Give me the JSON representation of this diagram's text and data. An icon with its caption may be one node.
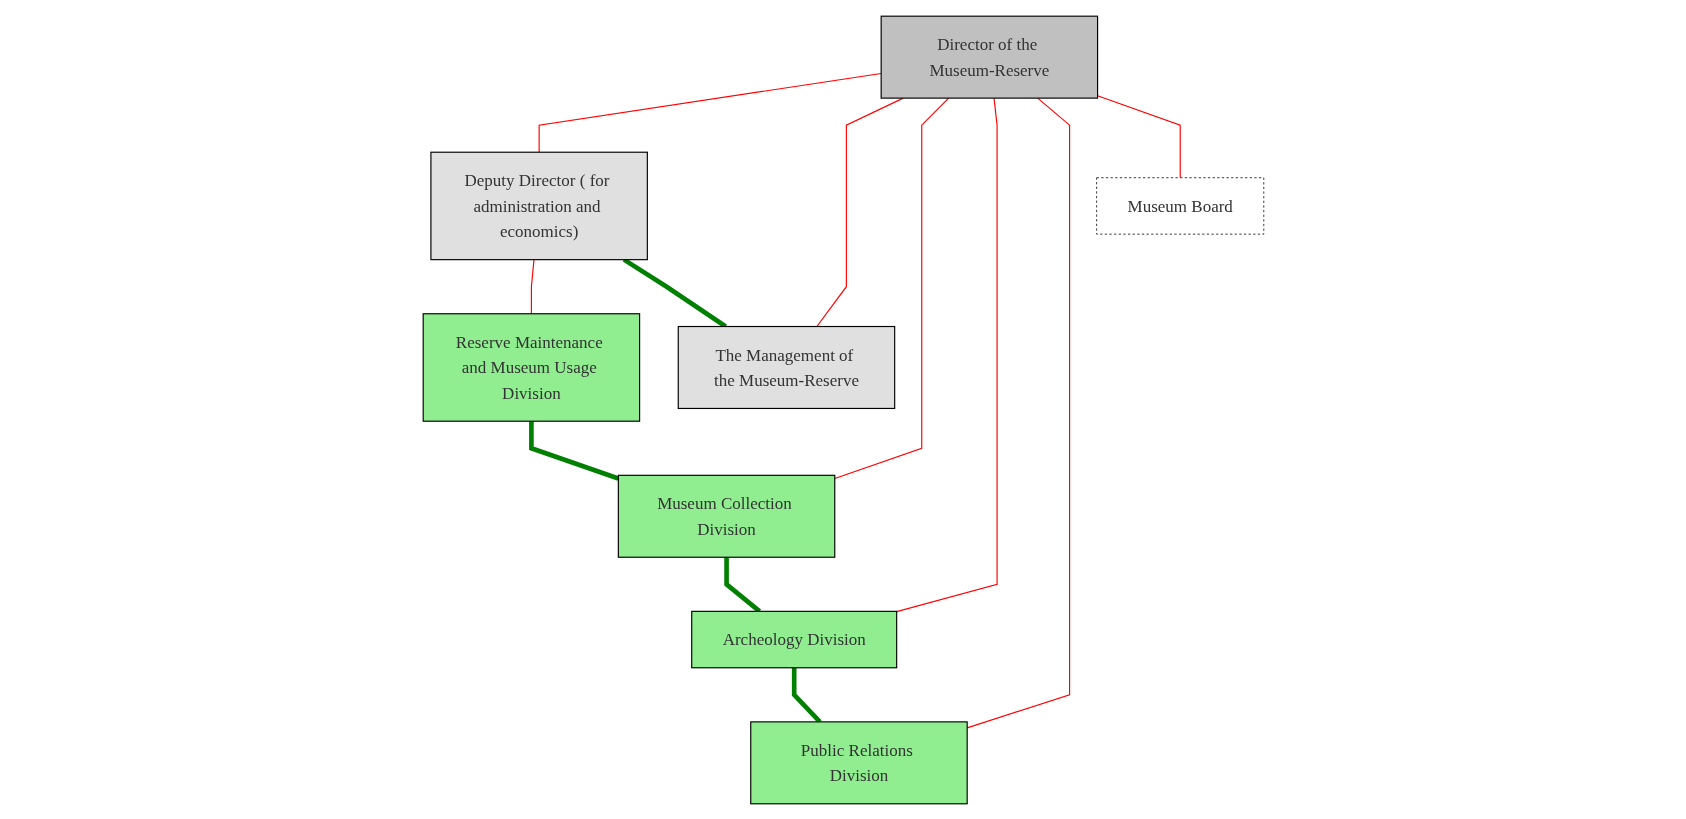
{
  "diagram": {
    "nodes": [
      {
        "text": [
          "Director of the Museum-Reserve"
        ]
      },
      {
        "text": [
          "Deputy Director ( for administration and economics)"
        ]
      },
      {
        "text": [
          "The Management of the Museum-Reserve"
        ]
      },
      {
        "text": [
          "Reserve Maintenance and Museum Usage Division"
        ]
      },
      {
        "text": [
          "Museum Collection Division"
        ]
      },
      {
        "text": [
          "Archeology Division"
        ]
      },
      {
        "text": [
          "Public Relations Division"
        ]
      },
      {
        "text": [
          "Museum Board"
        ]
      }
    ],
    "edges": [
      {
        "from": 0,
        "to": 1,
        "arrow": "none"
      },
      {
        "from": 0,
        "to": 2,
        "arrow": "none"
      },
      {
        "from": 0,
        "to": 4,
        "arrow": "none"
      },
      {
        "from": 0,
        "to": 5,
        "arrow": "none"
      },
      {
        "from": 0,
        "to": 6,
        "arrow": "none"
      },
      {
        "from": 0,
        "to": 7,
        "arrow": "none"
      },
      {
        "from": 1,
        "to": 3,
        "arrow": "none"
      },
      {
        "from": 1,
        "to": 2,
        "arrow": "none",
        "style": "thick",
        "color": "#008000"
      },
      {
        "from": 3,
        "to": 4,
        "arrow": "none",
        "style": "thick",
        "color": "#008000"
      },
      {
        "from": 4,
        "to": 5,
        "arrow": "none",
        "style": "thick",
        "color": "#008000"
      },
      {
        "from": 5,
        "to": 6,
        "arrow": "none",
        "style": "thick",
        "color": "#008000"
      }
    ]
  }
}
